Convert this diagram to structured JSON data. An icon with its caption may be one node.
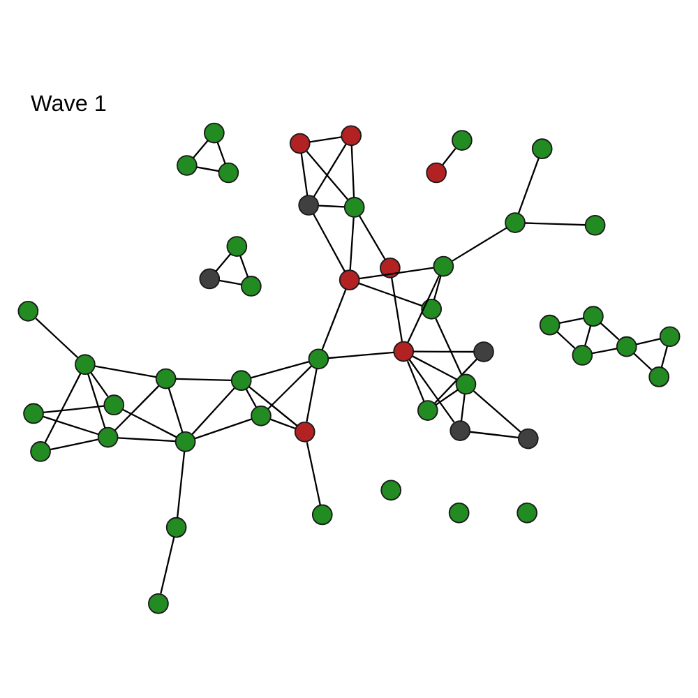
{
  "diagram": {
    "title": "Wave 1",
    "nodes": [
      {
        "text": [],
        "shape": "circle"
      },
      {
        "text": [],
        "shape": "circle"
      },
      {
        "text": [],
        "shape": "circle"
      },
      {
        "text": [],
        "shape": "circle"
      },
      {
        "text": [],
        "shape": "circle"
      },
      {
        "text": [],
        "shape": "circle"
      },
      {
        "text": [],
        "shape": "circle"
      },
      {
        "text": [],
        "shape": "circle"
      },
      {
        "text": [],
        "shape": "circle"
      },
      {
        "text": [],
        "shape": "circle"
      },
      {
        "text": [],
        "shape": "circle"
      },
      {
        "text": [],
        "shape": "circle"
      },
      {
        "text": [],
        "shape": "circle"
      },
      {
        "text": [],
        "shape": "circle"
      },
      {
        "text": [],
        "shape": "circle"
      },
      {
        "text": [],
        "shape": "circle"
      },
      {
        "text": [],
        "shape": "circle"
      },
      {
        "text": [],
        "shape": "circle"
      },
      {
        "text": [],
        "shape": "circle"
      },
      {
        "text": [],
        "shape": "circle"
      },
      {
        "text": [],
        "shape": "circle"
      },
      {
        "text": [],
        "shape": "circle"
      },
      {
        "text": [],
        "shape": "circle"
      },
      {
        "text": [],
        "shape": "circle"
      },
      {
        "text": [],
        "shape": "circle"
      },
      {
        "text": [],
        "shape": "circle"
      },
      {
        "text": [],
        "shape": "circle"
      },
      {
        "text": [],
        "shape": "circle"
      },
      {
        "text": [],
        "shape": "circle"
      },
      {
        "text": [],
        "shape": "circle"
      },
      {
        "text": [],
        "shape": "circle"
      },
      {
        "text": [],
        "shape": "circle"
      },
      {
        "text": [],
        "shape": "circle"
      },
      {
        "text": [],
        "shape": "circle"
      },
      {
        "text": [],
        "shape": "circle"
      },
      {
        "text": [],
        "shape": "circle"
      },
      {
        "text": [],
        "shape": "circle"
      },
      {
        "text": [],
        "shape": "circle"
      },
      {
        "text": [],
        "shape": "circle"
      },
      {
        "text": [],
        "shape": "circle"
      },
      {
        "text": [],
        "shape": "circle"
      },
      {
        "text": [],
        "shape": "circle"
      },
      {
        "text": [],
        "shape": "circle"
      },
      {
        "text": [],
        "shape": "circle"
      },
      {
        "text": [],
        "shape": "circle"
      },
      {
        "text": [],
        "shape": "circle"
      },
      {
        "text": [],
        "shape": "circle"
      },
      {
        "text": [],
        "shape": "circle"
      },
      {
        "text": [],
        "shape": "circle"
      }
    ],
    "edges": [
      {
        "from": 1,
        "to": 0,
        "arrow": "none"
      },
      {
        "from": 1,
        "to": 2,
        "arrow": "none"
      },
      {
        "from": 0,
        "to": 2,
        "arrow": "none"
      },
      {
        "from": 2,
        "to": 4,
        "arrow": "none"
      },
      {
        "from": 2,
        "to": 6,
        "arrow": "none"
      },
      {
        "from": 4,
        "to": 5,
        "arrow": "none"
      },
      {
        "from": 4,
        "to": 6,
        "arrow": "none"
      },
      {
        "from": 5,
        "to": 6,
        "arrow": "none"
      },
      {
        "from": 3,
        "to": 7,
        "arrow": "none"
      },
      {
        "from": 7,
        "to": 8,
        "arrow": "none"
      },
      {
        "from": 3,
        "to": 8,
        "arrow": "none"
      },
      {
        "from": 9,
        "to": 10,
        "arrow": "none"
      },
      {
        "from": 9,
        "to": 15,
        "arrow": "none"
      },
      {
        "from": 10,
        "to": 15,
        "arrow": "none"
      },
      {
        "from": 10,
        "to": 13,
        "arrow": "none"
      },
      {
        "from": 11,
        "to": 15,
        "arrow": "none"
      },
      {
        "from": 11,
        "to": 12,
        "arrow": "none"
      },
      {
        "from": 11,
        "to": 13,
        "arrow": "none"
      },
      {
        "from": 12,
        "to": 13,
        "arrow": "none"
      },
      {
        "from": 13,
        "to": 15,
        "arrow": "none"
      },
      {
        "from": 13,
        "to": 19,
        "arrow": "none"
      },
      {
        "from": 15,
        "to": 18,
        "arrow": "none"
      },
      {
        "from": 15,
        "to": 22,
        "arrow": "none"
      },
      {
        "from": 15,
        "to": 20,
        "arrow": "none"
      },
      {
        "from": 18,
        "to": 29,
        "arrow": "none"
      },
      {
        "from": 22,
        "to": 29,
        "arrow": "none"
      },
      {
        "from": 22,
        "to": 19,
        "arrow": "none"
      },
      {
        "from": 19,
        "to": 29,
        "arrow": "none"
      },
      {
        "from": 20,
        "to": 26,
        "arrow": "none"
      },
      {
        "from": 29,
        "to": 26,
        "arrow": "none"
      },
      {
        "from": 29,
        "to": 32,
        "arrow": "none"
      },
      {
        "from": 26,
        "to": 32,
        "arrow": "none"
      },
      {
        "from": 26,
        "to": 21,
        "arrow": "none"
      },
      {
        "from": 26,
        "to": 28,
        "arrow": "none"
      },
      {
        "from": 32,
        "to": 21,
        "arrow": "none"
      },
      {
        "from": 32,
        "to": 28,
        "arrow": "none"
      },
      {
        "from": 21,
        "to": 28,
        "arrow": "none"
      },
      {
        "from": 30,
        "to": 40,
        "arrow": "none"
      },
      {
        "from": 22,
        "to": 40,
        "arrow": "none"
      },
      {
        "from": 40,
        "to": 43,
        "arrow": "none"
      },
      {
        "from": 35,
        "to": 18,
        "arrow": "none"
      },
      {
        "from": 35,
        "to": 41,
        "arrow": "none"
      },
      {
        "from": 14,
        "to": 16,
        "arrow": "none"
      },
      {
        "from": 16,
        "to": 31,
        "arrow": "none"
      },
      {
        "from": 17,
        "to": 23,
        "arrow": "none"
      },
      {
        "from": 17,
        "to": 33,
        "arrow": "none"
      },
      {
        "from": 17,
        "to": 31,
        "arrow": "none"
      },
      {
        "from": 17,
        "to": 25,
        "arrow": "none"
      },
      {
        "from": 24,
        "to": 23,
        "arrow": "none"
      },
      {
        "from": 24,
        "to": 27,
        "arrow": "none"
      },
      {
        "from": 23,
        "to": 33,
        "arrow": "none"
      },
      {
        "from": 23,
        "to": 36,
        "arrow": "none"
      },
      {
        "from": 23,
        "to": 31,
        "arrow": "none"
      },
      {
        "from": 27,
        "to": 33,
        "arrow": "none"
      },
      {
        "from": 27,
        "to": 31,
        "arrow": "none"
      },
      {
        "from": 33,
        "to": 39,
        "arrow": "none"
      },
      {
        "from": 33,
        "to": 36,
        "arrow": "none"
      },
      {
        "from": 31,
        "to": 25,
        "arrow": "none"
      },
      {
        "from": 31,
        "to": 34,
        "arrow": "none"
      },
      {
        "from": 25,
        "to": 34,
        "arrow": "none"
      },
      {
        "from": 25,
        "to": 18,
        "arrow": "none"
      },
      {
        "from": 25,
        "to": 35,
        "arrow": "none"
      },
      {
        "from": 34,
        "to": 18,
        "arrow": "none"
      },
      {
        "from": 34,
        "to": 35,
        "arrow": "none"
      },
      {
        "from": 37,
        "to": 38,
        "arrow": "none"
      },
      {
        "from": 37,
        "to": 42,
        "arrow": "none"
      },
      {
        "from": 38,
        "to": 42,
        "arrow": "none"
      },
      {
        "from": 45,
        "to": 46,
        "arrow": "none"
      }
    ]
  }
}
